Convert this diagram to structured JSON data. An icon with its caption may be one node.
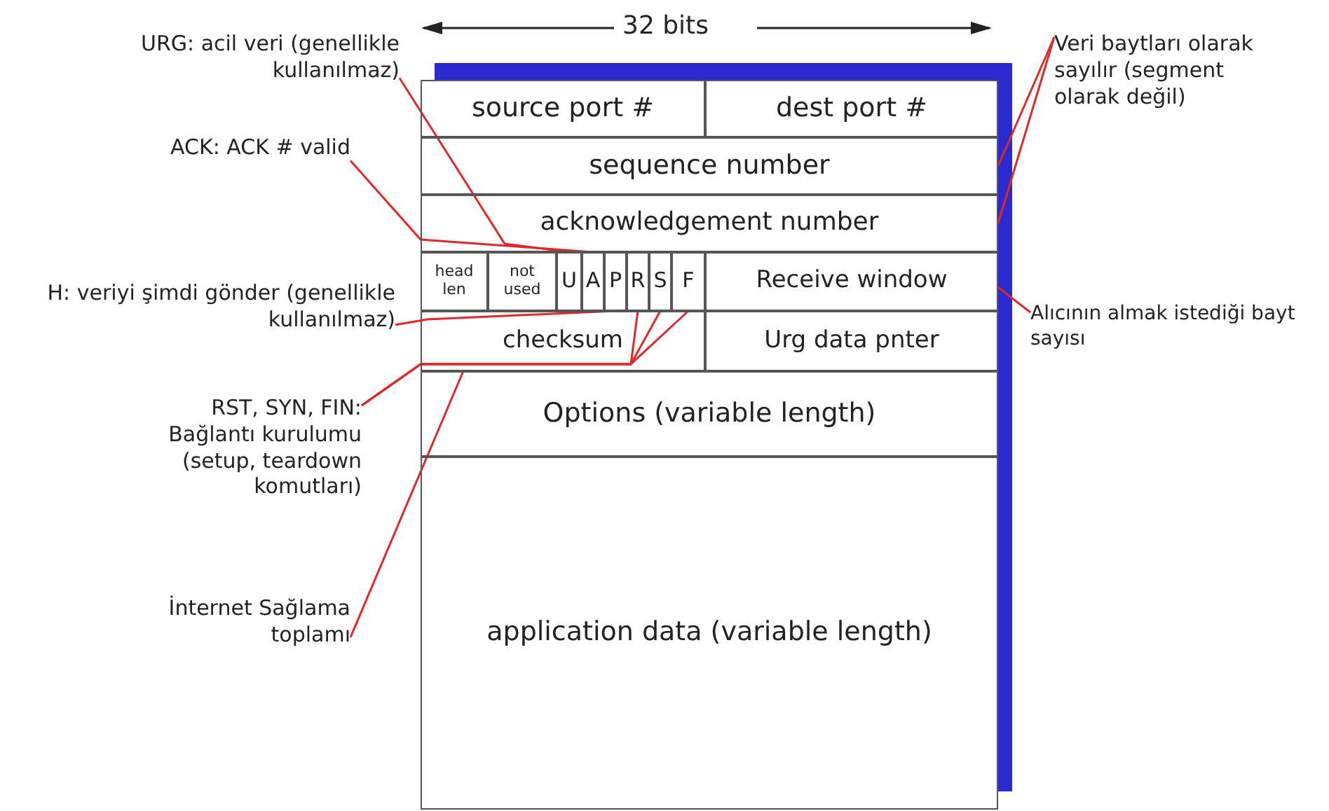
{
  "diagram": {
    "nodes": [
      {
        "text": [
          "source port #"
        ]
      },
      {
        "text": [
          "dest port #"
        ]
      },
      {
        "text": [
          "sequence number"
        ]
      },
      {
        "text": [
          "acknowledgement number"
        ]
      },
      {
        "text": [
          "head len"
        ]
      },
      {
        "text": [
          "not used"
        ]
      },
      {
        "text": [
          "U"
        ]
      },
      {
        "text": [
          "A"
        ]
      },
      {
        "text": [
          "P"
        ]
      },
      {
        "text": [
          "R"
        ]
      },
      {
        "text": [
          "S"
        ]
      },
      {
        "text": [
          "F"
        ]
      },
      {
        "text": [
          "Receive window"
        ]
      },
      {
        "text": [
          "checksum"
        ]
      },
      {
        "text": [
          "Urg data pnter"
        ]
      },
      {
        "text": [
          "Options (variable length)"
        ]
      },
      {
        "text": [
          "application data (variable length)"
        ]
      },
      {
        "text": [
          "URG: acil veri (genellikle kullanılmaz)"
        ]
      },
      {
        "text": [
          "ACK: ACK # valid"
        ]
      },
      {
        "text": [
          "H: veriyi şimdi gönder (genellikle kullanılmaz)"
        ]
      },
      {
        "text": [
          "RST, SYN, FIN: Bağlantı kurulumu (setup, teardown komutları)"
        ]
      },
      {
        "text": [
          "İnternet Sağlama toplamı"
        ]
      },
      {
        "text": [
          "Veri baytları olarak sayılır (segment olarak değil)"
        ]
      },
      {
        "text": [
          "Alıcının almak istediği bayt sayısı"
        ]
      }
    ],
    "edges": [
      {
        "from": 17,
        "to": 6,
        "arrow": "none"
      },
      {
        "from": 18,
        "to": 7,
        "arrow": "none"
      },
      {
        "from": 19,
        "to": 8,
        "arrow": "none"
      },
      {
        "from": 20,
        "to": 9,
        "arrow": "none"
      },
      {
        "from": 20,
        "to": 10,
        "arrow": "none"
      },
      {
        "from": 20,
        "to": 11,
        "arrow": "none"
      },
      {
        "from": 21,
        "to": 13,
        "arrow": "none"
      },
      {
        "from": 22,
        "to": 2,
        "arrow": "none"
      },
      {
        "from": 22,
        "to": 3,
        "arrow": "none"
      },
      {
        "from": 23,
        "to": 12,
        "arrow": "none"
      }
    ],
    "labels": [
      "32 bits"
    ]
  }
}
